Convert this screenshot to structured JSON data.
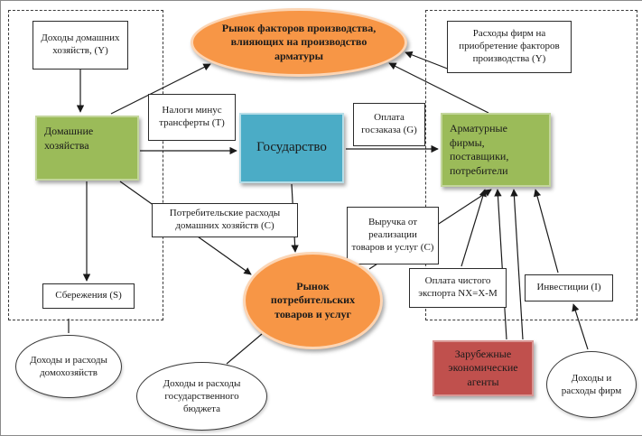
{
  "colors": {
    "market_orange": "#F79646",
    "sector_green": "#9BBB59",
    "state_blue": "#4BACC6",
    "foreign_red": "#C0504D"
  },
  "nodes": {
    "factor_market": "Рынок факторов производства, влияющих на производство арматуры",
    "household_income": "Доходы домашних хозяйств, (Y)",
    "firm_expenses": "Расходы фирм на приобретение факторов производства (Y)",
    "households": "Домашние хозяйства",
    "taxes": "Налоги минус трансферты (Т)",
    "state": "Государство",
    "gov_order": "Оплата госзаказа (G)",
    "firms": "Арматурные фирмы, поставщики, потребители",
    "consumer_spending": "Потребительские расходы домашних хозяйств (С)",
    "revenue": "Выручка от реализации товаров и услуг (С)",
    "consumer_market": "Рынок потребительских товаров и услуг",
    "savings": "Сбережения (S)",
    "net_export": "Оплата чистого экспорта NX=X-M",
    "investments": "Инвестиции (I)",
    "foreign_agents": "Зарубежные экономические агенты",
    "hh_budget": "Доходы и расходы домохозяйств",
    "gov_budget": "Доходы и расходы государственного бюджета",
    "firm_budget": "Доходы и расходы фирм"
  }
}
